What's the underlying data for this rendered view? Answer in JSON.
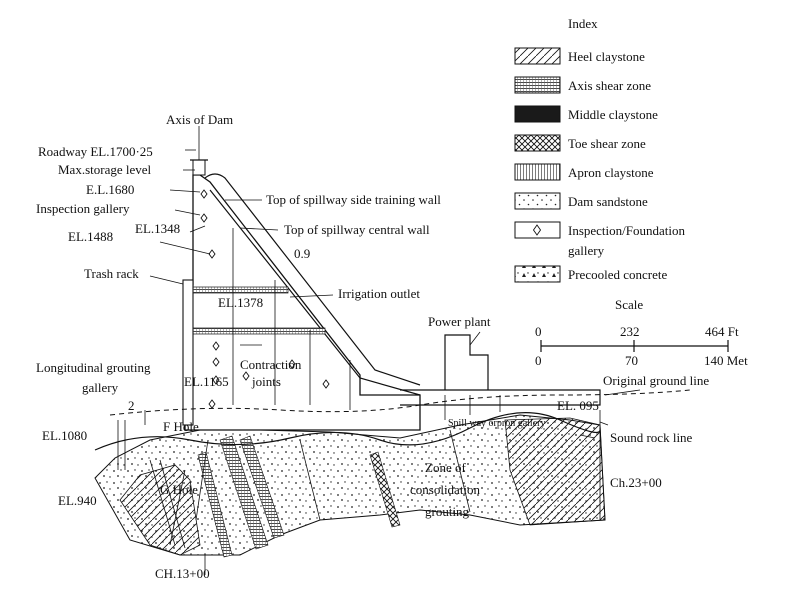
{
  "legend": {
    "title": "Index",
    "items": [
      {
        "label": "Heel claystone",
        "pattern": "hatch-diag"
      },
      {
        "label": "Axis shear zone",
        "pattern": "hatch-dense"
      },
      {
        "label": "Middle claystone",
        "pattern": "solid-dark"
      },
      {
        "label": "Toe shear zone",
        "pattern": "crosshatch"
      },
      {
        "label": "Apron claystone",
        "pattern": "vertical-lines"
      },
      {
        "label": "Dam sandstone",
        "pattern": "dots"
      },
      {
        "label": "Inspection/Foundation",
        "label2": "gallery",
        "pattern": "diamond"
      },
      {
        "label": "Precooled concrete",
        "pattern": "triangles"
      }
    ]
  },
  "scale": {
    "title": "Scale",
    "ft_ticks": [
      "0",
      "232",
      "464 Ft"
    ],
    "met_ticks": [
      "0",
      "70",
      "140 Met"
    ]
  },
  "labels": {
    "axis_of_dam": "Axis of Dam",
    "roadway": "Roadway EL.1700·25",
    "max_storage": "Max.storage level",
    "el_1680": "E.L.1680",
    "inspection_gallery": "Inspection gallery",
    "el_1348": "EL.1348",
    "el_1488": "EL.1488",
    "top_side_wall": "Top of spillway side training wall",
    "top_central_wall": "Top of spillway central wall",
    "val_09": "0.9",
    "trash_rack": "Trash rack",
    "el_1378": "EL.1378",
    "irrigation_outlet": "Irrigation outlet",
    "power_plant": "Power plant",
    "contraction_joints_1": "Contraction",
    "contraction_joints_2": "joints",
    "long_grouting_1": "Longitudinal grouting",
    "long_grouting_2": "gallery",
    "el_1165": "EL.1165",
    "val_2": "2",
    "original_ground": "Original ground line",
    "el_095": "EL. 095",
    "el_1080": "EL.1080",
    "f_hole": "F Hole",
    "spillway_apron_gallery": "Spill way orpron gallery",
    "sound_rock": "Sound rock line",
    "zone_1": "Zone of",
    "zone_2": "consolidation",
    "zone_3": "grouting",
    "ch_23": "Ch.23+00",
    "el_940": "EL.940",
    "g_hole": "G Hole",
    "ch_13": "CH.13+00"
  }
}
